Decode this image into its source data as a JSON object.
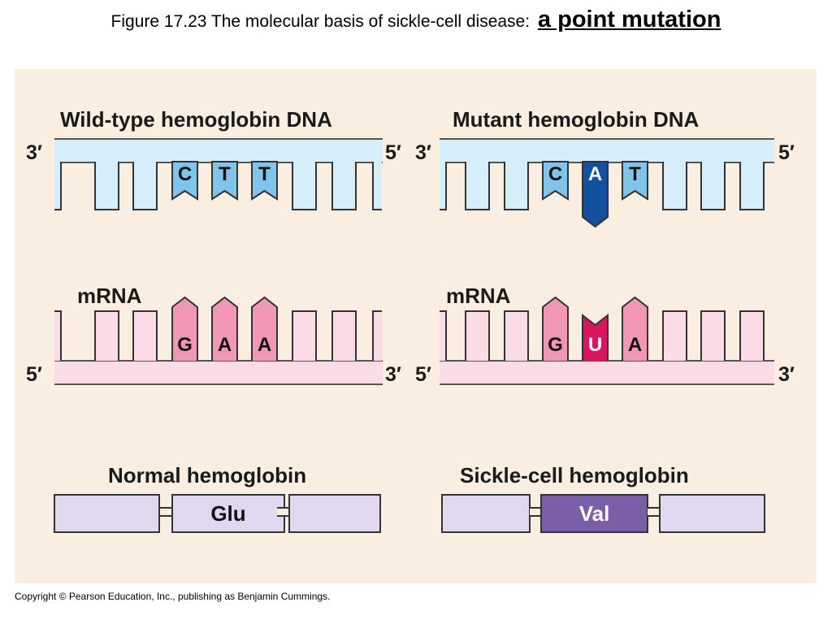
{
  "title": {
    "prefix": "Figure 17.23  The molecular basis of sickle-cell disease:",
    "emphasis": "a point mutation"
  },
  "panels": {
    "wild_type": {
      "dna_heading": "Wild-type hemoglobin DNA",
      "dna_end_left": "3′",
      "dna_end_right": "5′",
      "dna_bases": [
        "C",
        "T",
        "T"
      ],
      "mrna_heading": "mRNA",
      "mrna_end_left": "5′",
      "mrna_end_right": "3′",
      "mrna_bases": [
        "G",
        "A",
        "A"
      ],
      "protein_heading": "Normal hemoglobin",
      "amino_acid": "Glu"
    },
    "mutant": {
      "dna_heading": "Mutant hemoglobin DNA",
      "dna_end_left": "3′",
      "dna_end_right": "5′",
      "dna_bases": [
        "C",
        "A",
        "T"
      ],
      "mrna_heading": "mRNA",
      "mrna_end_left": "5′",
      "mrna_end_right": "3′",
      "mrna_bases": [
        "G",
        "U",
        "A"
      ],
      "protein_heading": "Sickle-cell hemoglobin",
      "amino_acid": "Val"
    }
  },
  "colors": {
    "background": "#faeee0",
    "dna_strand": "#d6eef9",
    "dna_base": "#7fc4ea",
    "mutant_dna_base": "#1450a0",
    "mrna_strand": "#fbdbe6",
    "mrna_base": "#f296b6",
    "mutant_mrna_base": "#d8155e",
    "protein": "#e0d8ee",
    "mutant_protein": "#7a5fa6"
  },
  "copyright": "Copyright © Pearson Education, Inc., publishing as Benjamin Cummings."
}
